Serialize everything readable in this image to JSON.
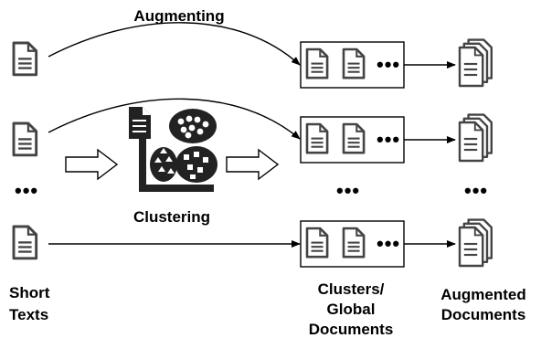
{
  "labels": {
    "augmenting": "Augmenting",
    "clustering": "Clustering",
    "short_texts_line1": "Short",
    "short_texts_line2": "Texts",
    "clusters_line1": "Clusters/",
    "clusters_line2": "Global",
    "clusters_line3": "Documents",
    "augmented_line1": "Augmented",
    "augmented_line2": "Documents"
  },
  "ellipsis": "•••",
  "icons": {
    "short_text": "document-icon",
    "cluster_doc": "document-icon",
    "augmented": "stacked-documents-icon",
    "clustering": "clustering-icon"
  }
}
